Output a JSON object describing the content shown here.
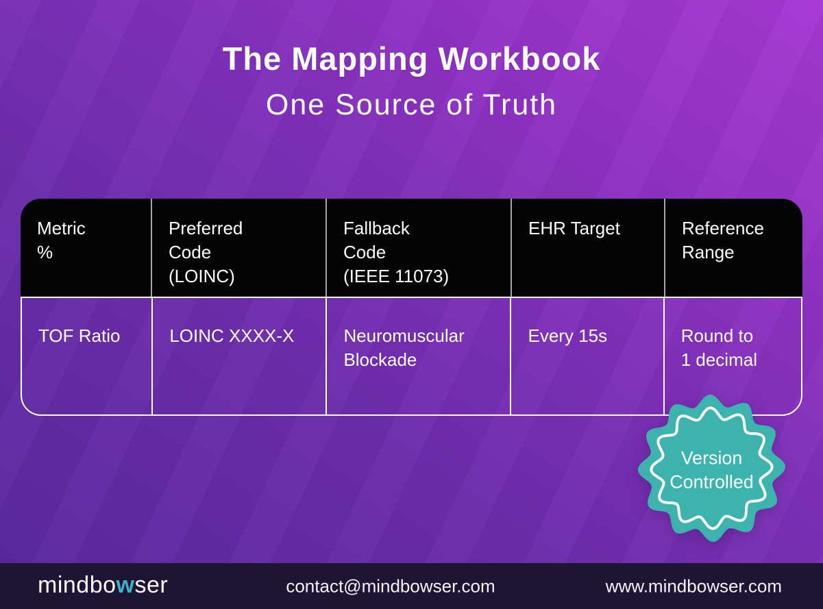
{
  "title": {
    "line1": "The Mapping Workbook",
    "line2": "One Source of Truth"
  },
  "table": {
    "headers": [
      "Metric\n%",
      "Preferred\nCode\n(LOINC)",
      "Fallback\nCode\n(IEEE 11073)",
      "EHR Target",
      "Reference\nRange"
    ],
    "row": [
      "TOF Ratio",
      "LOINC XXXX-X",
      "Neuromuscular\nBlockade",
      "Every 15s",
      "Round to\n1 decimal"
    ]
  },
  "badge": {
    "line1": "Version",
    "line2": "Controlled",
    "seal_color": "#3cb3ac",
    "ring_color": "#ffffff"
  },
  "footer": {
    "logo": {
      "part1": "mindbo",
      "part2": "w",
      "part3": "ser",
      "w_color": "#3eb2c3"
    },
    "contact": "contact@mindbowser.com",
    "website": "www.mindbowser.com"
  },
  "colors": {
    "background_gradient_start": "#58299b",
    "background_gradient_end": "#a737d3",
    "table_header_bg": "#040404",
    "table_border": "#ffffff",
    "footer_bg": "#1e1433",
    "text": "#ffffff"
  }
}
